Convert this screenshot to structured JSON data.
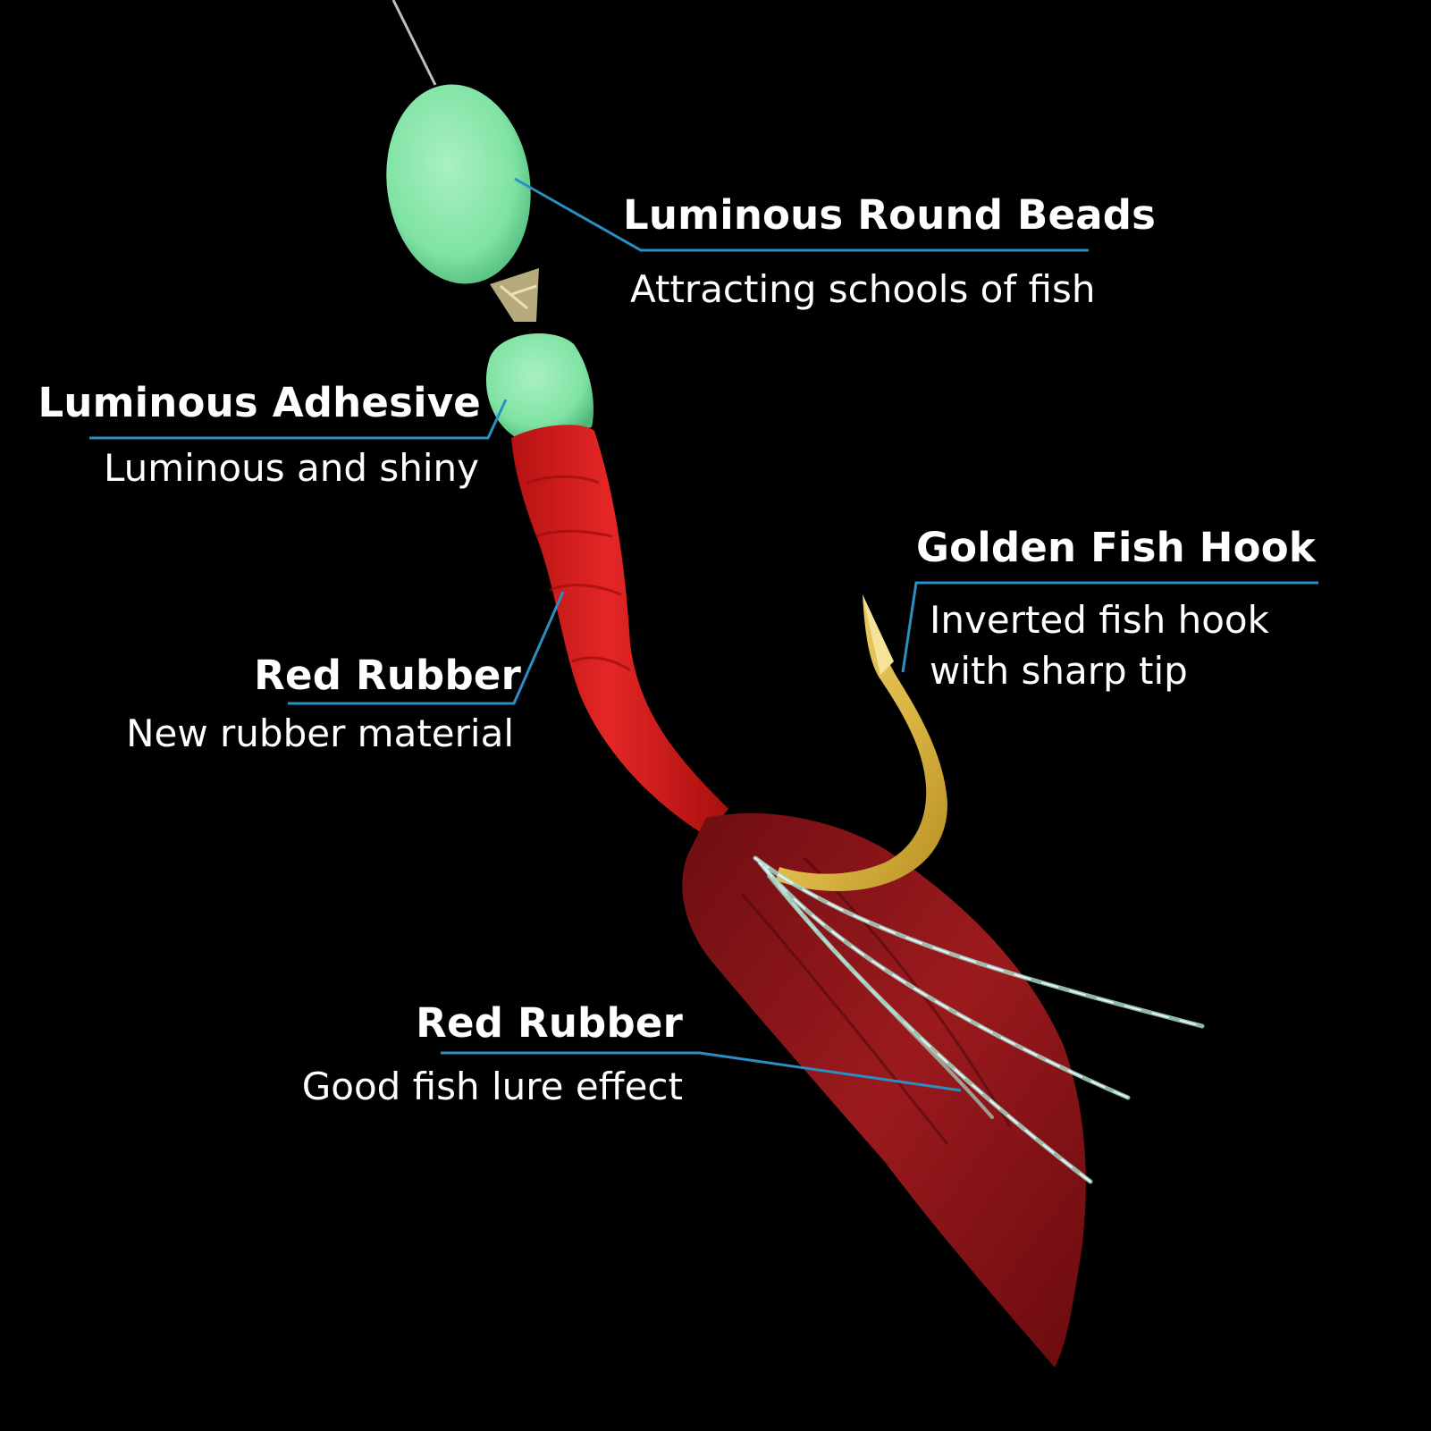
{
  "colors": {
    "background": "#000000",
    "callout_line": "#2b8fc4",
    "label_text": "#ffffff",
    "bead_green": "#7fe3a3",
    "rubber_red": "#d81e1e",
    "skirt_red": "#8a1316",
    "hook_gold": "#e6c85a"
  },
  "callouts": {
    "bead": {
      "title": "Luminous Round Beads",
      "description": "Attracting schools of fish"
    },
    "adhesive": {
      "title": "Luminous Adhesive",
      "description": "Luminous and shiny"
    },
    "hook": {
      "title": "Golden Fish Hook",
      "description_lines": [
        "Inverted fish hook",
        "with sharp tip"
      ]
    },
    "rubber_tube": {
      "title": "Red Rubber",
      "description": "New rubber material"
    },
    "rubber_skirt": {
      "title": "Red Rubber",
      "description": "Good fish lure effect"
    }
  }
}
